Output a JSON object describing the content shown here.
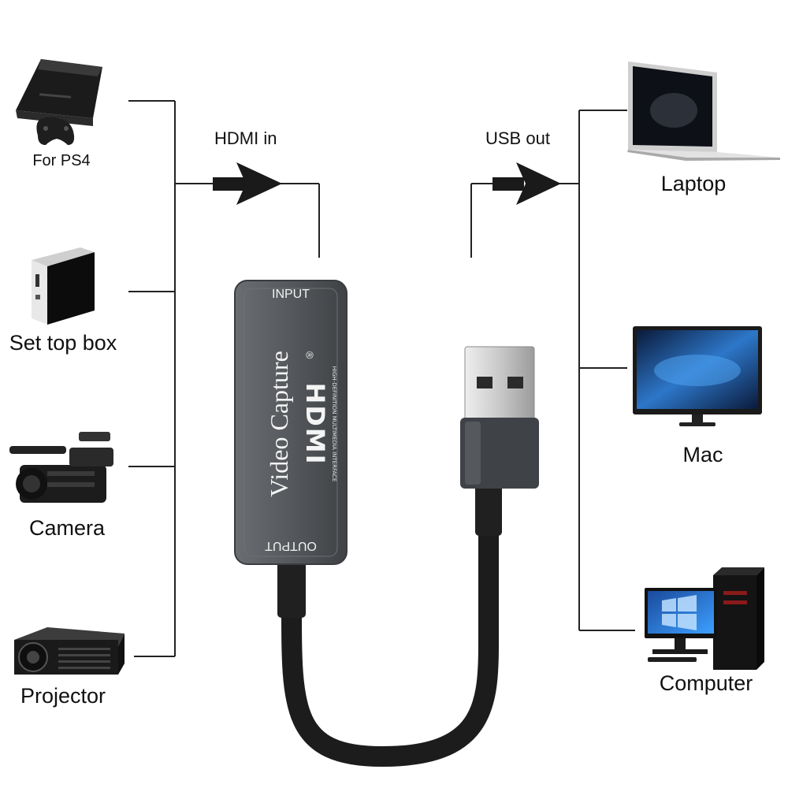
{
  "sources": [
    {
      "label": "For PS4",
      "icon": "game-console-icon"
    },
    {
      "label": "Set top box",
      "icon": "set-top-box-icon"
    },
    {
      "label": "Camera",
      "icon": "video-camera-icon"
    },
    {
      "label": "Projector",
      "icon": "projector-icon"
    }
  ],
  "targets": [
    {
      "label": "Laptop",
      "icon": "laptop-icon"
    },
    {
      "label": "Mac",
      "icon": "monitor-icon"
    },
    {
      "label": "Computer",
      "icon": "desktop-computer-icon"
    }
  ],
  "flows": {
    "input": "HDMI in",
    "output": "USB out"
  },
  "device": {
    "input_label": "INPUT",
    "output_label": "OUTPUT",
    "name": "Video Capture",
    "brand": "HDMI",
    "brand_sub": "HIGH-DEFINITION MULTIMEDIA INTERFACE",
    "registered": "®"
  },
  "colors": {
    "device_body": "#5a5d61",
    "device_edge": "#3a3c3f",
    "cable": "#1c1c1c",
    "line": "#222222"
  }
}
